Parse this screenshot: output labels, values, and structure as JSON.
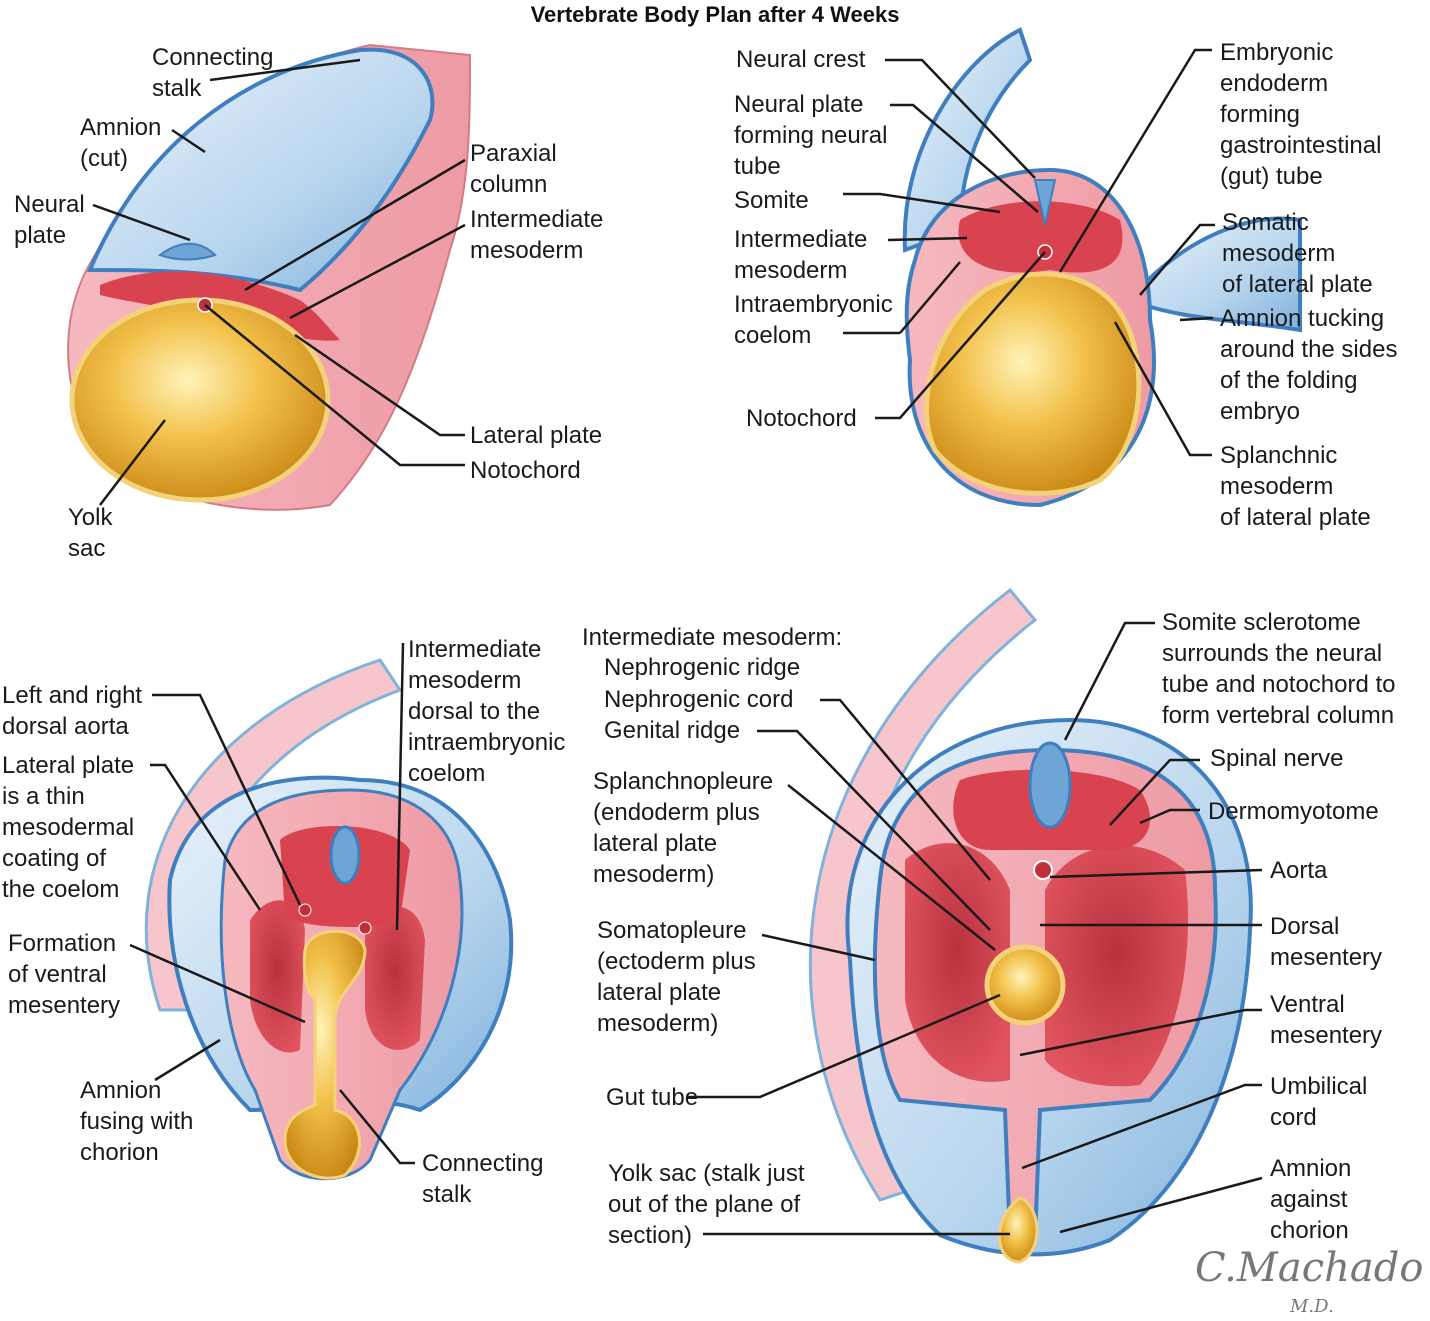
{
  "title": "Vertebrate Body Plan after 4 Weeks",
  "panels": {
    "top_left": {
      "connecting_stalk": "Connecting\nstalk",
      "amnion_cut": "Amnion\n(cut)",
      "neural_plate": "Neural\nplate",
      "paraxial_column": "Paraxial\ncolumn",
      "intermediate_mesoderm": "Intermediate\nmesoderm",
      "lateral_plate": "Lateral plate",
      "notochord": "Notochord",
      "yolk_sac": "Yolk\nsac"
    },
    "top_right": {
      "neural_crest": "Neural crest",
      "neural_plate_tube": "Neural plate\nforming neural\ntube",
      "somite": "Somite",
      "intermediate_mesoderm": "Intermediate\nmesoderm",
      "intraembryonic_coelom": "Intraembryonic\ncoelom",
      "notochord": "Notochord",
      "embryonic_endoderm": "Embryonic\nendoderm\nforming\ngastrointestinal\n(gut) tube",
      "somatic_mesoderm": "Somatic\nmesoderm\nof lateral plate",
      "amnion_tucking": "Amnion tucking\naround the sides\nof the folding\nembryo",
      "splanchnic_mesoderm": "Splanchnic\nmesoderm\nof lateral plate"
    },
    "bottom_left": {
      "dorsal_aorta": "Left and right\ndorsal aorta",
      "lateral_plate_thin": "Lateral plate\nis a thin\nmesodermal\ncoating of\nthe coelom",
      "ventral_mesentery_formation": "Formation\nof ventral\nmesentery",
      "amnion_fusing": "Amnion\nfusing with\nchorion",
      "intermediate_dorsal": "Intermediate\nmesoderm\ndorsal to the\nintraembryonic\ncoelom",
      "connecting_stalk": "Connecting\nstalk"
    },
    "bottom_right": {
      "intermediate_mesoderm": "Intermediate mesoderm:",
      "nephrogenic_ridge": "Nephrogenic ridge",
      "nephrogenic_cord": "Nephrogenic cord",
      "genital_ridge": "Genital ridge",
      "splanchnopleure": "Splanchnopleure\n(endoderm plus\nlateral plate\nmesoderm)",
      "somatopleure": "Somatopleure\n(ectoderm plus\nlateral plate\nmesoderm)",
      "gut_tube": "Gut tube",
      "yolk_sac": "Yolk sac (stalk just\nout of the plane of\nsection)",
      "somite_sclerotome": "Somite sclerotome\nsurrounds the neural\ntube and notochord to\nform vertebral column",
      "spinal_nerve": "Spinal nerve",
      "dermomyotome": "Dermomyotome",
      "aorta": "Aorta",
      "dorsal_mesentery": "Dorsal\nmesentery",
      "ventral_mesentery": "Ventral\nmesentery",
      "umbilical_cord": "Umbilical\ncord",
      "amnion_against_chorion": "Amnion\nagainst\nchorion"
    }
  },
  "signature": {
    "name": "C.Machado",
    "suffix": "M.D."
  },
  "colors": {
    "amnion_blue": "#7fb2dc",
    "tissue_pink": "#f2a5ae",
    "mesoderm_red": "#d9434f",
    "yolk_gold": "#e8a92a"
  }
}
